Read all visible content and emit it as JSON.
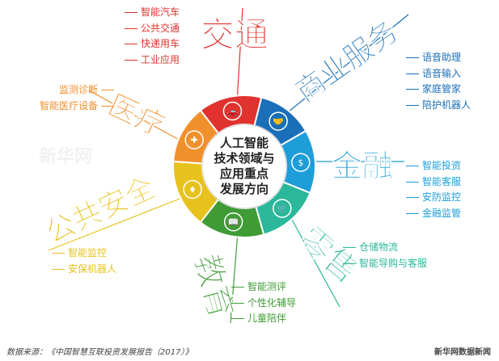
{
  "center": {
    "lines": [
      "人工智能",
      "技术领域与",
      "应用重点",
      "发展方向"
    ]
  },
  "fields": [
    {
      "title": "交通",
      "color": "#e0322e",
      "icon": "car-icon",
      "glyph": "🚗",
      "items": [
        "智能汽车",
        "公共交通",
        "快递用车",
        "工业应用"
      ]
    },
    {
      "title": "商业服务",
      "color": "#1a6fb8",
      "icon": "handshake-icon",
      "glyph": "🤝",
      "items": [
        "语音助理",
        "语音输入",
        "家庭管家",
        "陪护机器人"
      ]
    },
    {
      "title": "金融",
      "color": "#1e9ed8",
      "icon": "money-bag-icon",
      "glyph": "$",
      "items": [
        "智能投资",
        "智能客服",
        "安防监控",
        "金融监管"
      ]
    },
    {
      "title": "零售",
      "color": "#2bb79a",
      "icon": "cart-icon",
      "glyph": "🛒",
      "items": [
        "仓储物流",
        "智能导购与客服"
      ]
    },
    {
      "title": "教育",
      "color": "#3f9b35",
      "icon": "book-icon",
      "glyph": "📖",
      "items": [
        "智能测评",
        "个性化辅导",
        "儿童陪伴"
      ]
    },
    {
      "title": "公共安全",
      "color": "#e8c21c",
      "icon": "shield-icon",
      "glyph": "♦",
      "items": [
        "智能监控",
        "安保机器人"
      ]
    },
    {
      "title": "医疗",
      "color": "#f0902c",
      "icon": "medical-kit-icon",
      "glyph": "✚",
      "items": [
        "监测诊断",
        "智能医疗设备"
      ]
    }
  ],
  "watermark": "新华网",
  "footer": {
    "source": "数据来源：《中国智慧互联投资发展报告（2017）》",
    "brand": "新华网数据新闻"
  }
}
